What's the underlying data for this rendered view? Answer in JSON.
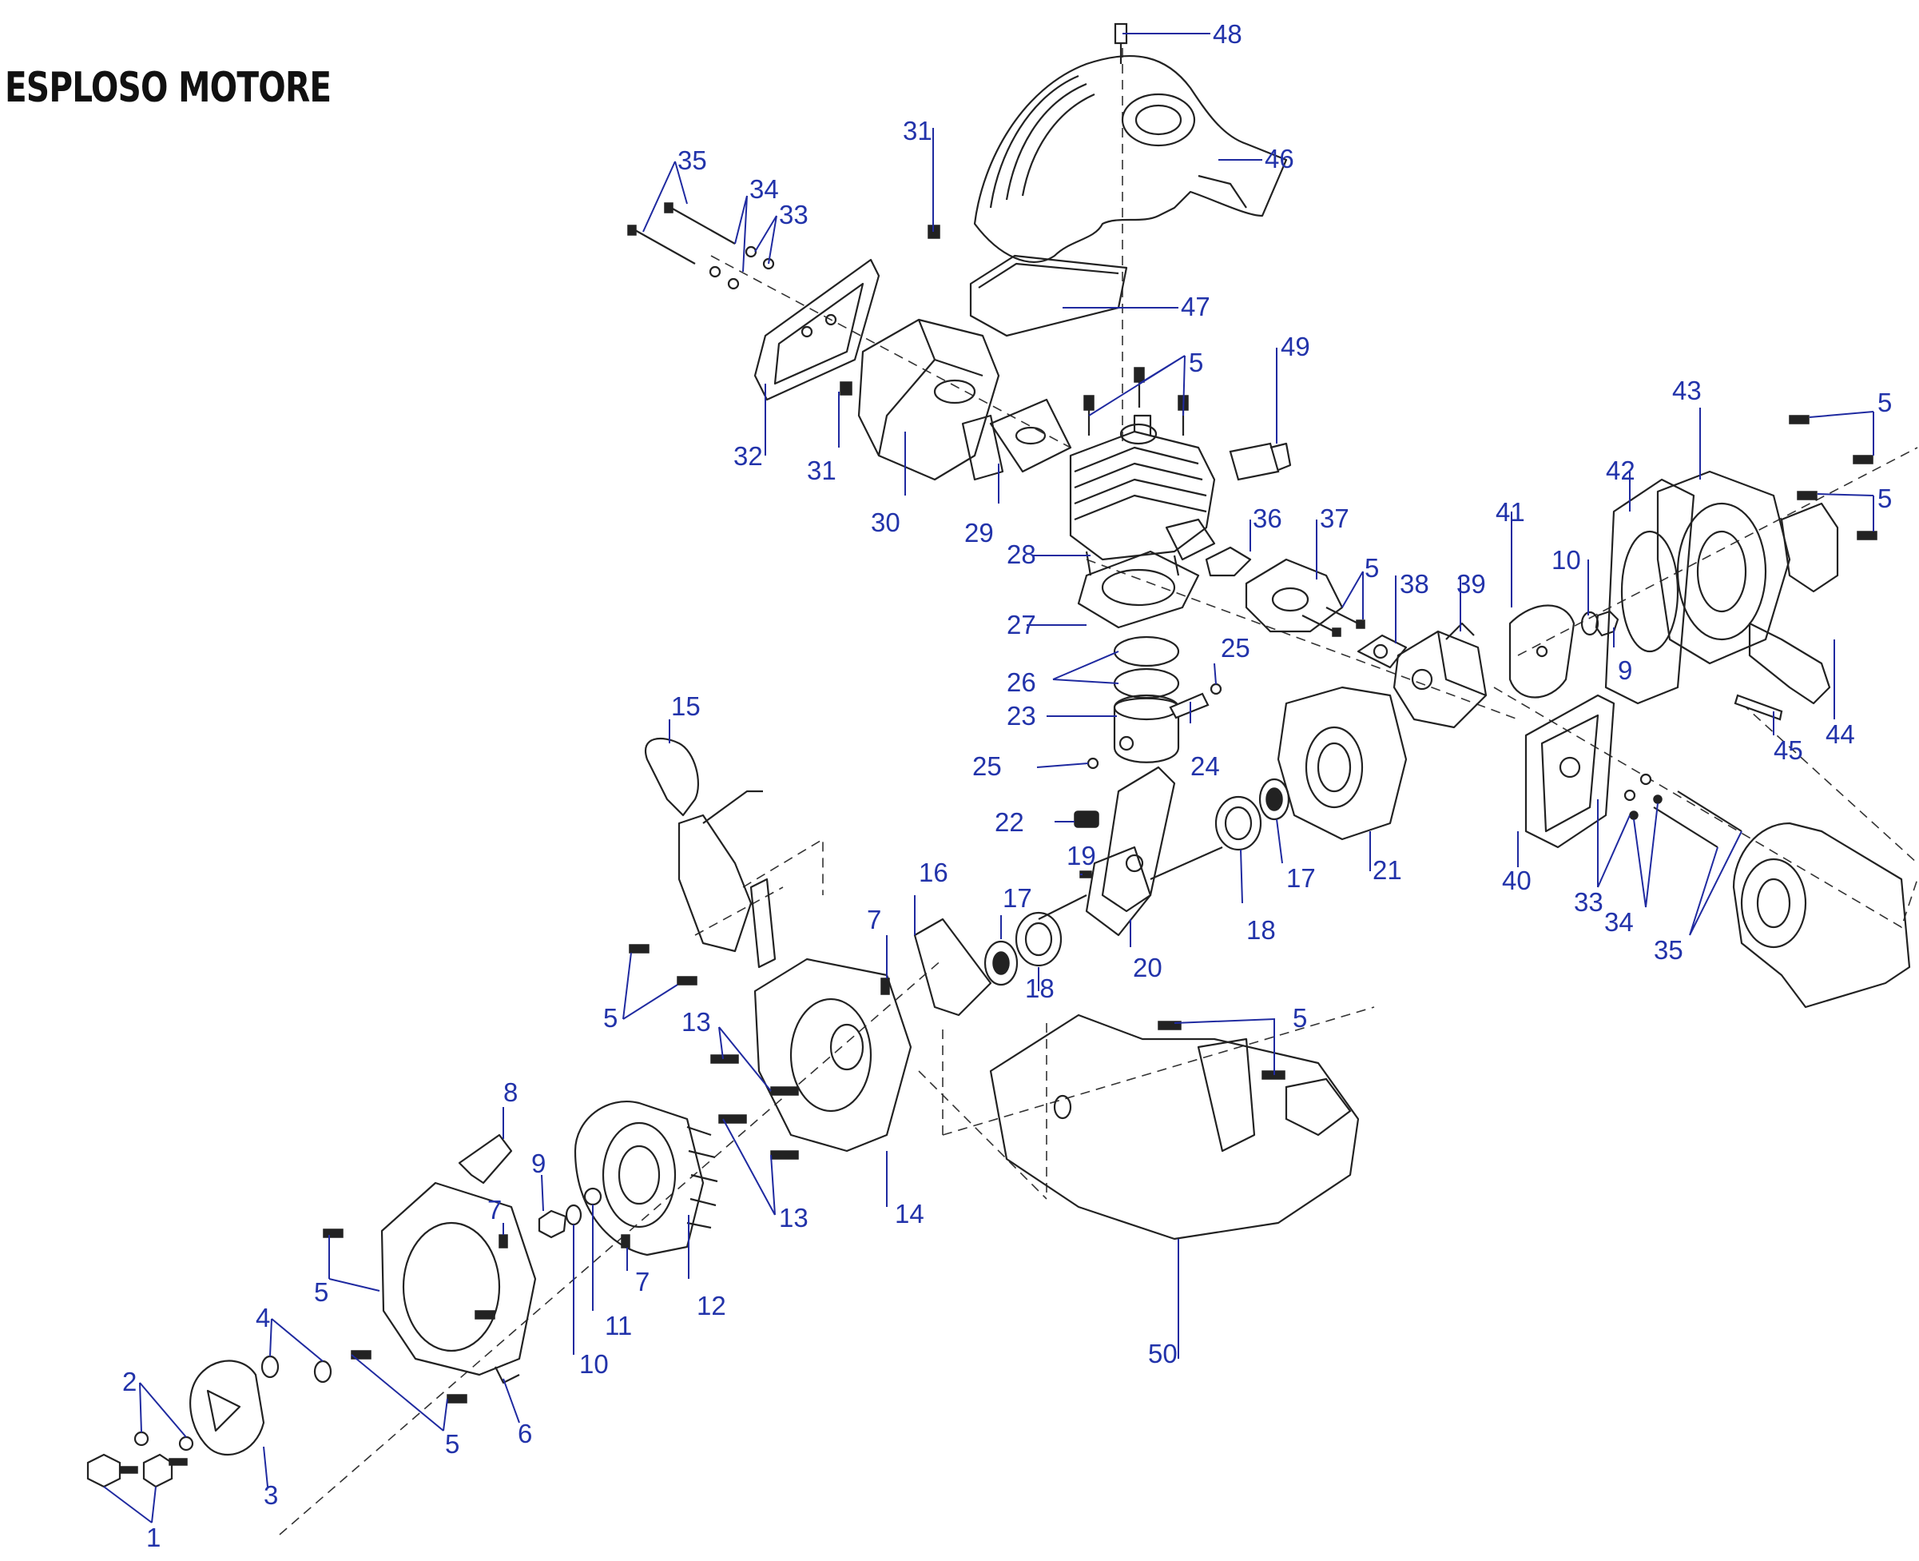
{
  "title": "ESPLOSO MOTORE",
  "colors": {
    "callout": "#2233aa",
    "line_art": "#222222",
    "background": "#ffffff"
  },
  "callouts": [
    {
      "id": "c48",
      "text": "48"
    },
    {
      "id": "c46",
      "text": "46"
    },
    {
      "id": "c47",
      "text": "47"
    },
    {
      "id": "c31a",
      "text": "31"
    },
    {
      "id": "c31b",
      "text": "31"
    },
    {
      "id": "c35a",
      "text": "35"
    },
    {
      "id": "c34a",
      "text": "34"
    },
    {
      "id": "c33a",
      "text": "33"
    },
    {
      "id": "c32",
      "text": "32"
    },
    {
      "id": "c30",
      "text": "30"
    },
    {
      "id": "c29",
      "text": "29"
    },
    {
      "id": "c5a",
      "text": "5"
    },
    {
      "id": "c49",
      "text": "49"
    },
    {
      "id": "c28",
      "text": "28"
    },
    {
      "id": "c27",
      "text": "27"
    },
    {
      "id": "c26",
      "text": "26"
    },
    {
      "id": "c23",
      "text": "23"
    },
    {
      "id": "c25a",
      "text": "25"
    },
    {
      "id": "c25b",
      "text": "25"
    },
    {
      "id": "c24",
      "text": "24"
    },
    {
      "id": "c36",
      "text": "36"
    },
    {
      "id": "c37",
      "text": "37"
    },
    {
      "id": "c5b",
      "text": "5"
    },
    {
      "id": "c38",
      "text": "38"
    },
    {
      "id": "c39",
      "text": "39"
    },
    {
      "id": "c41",
      "text": "41"
    },
    {
      "id": "c10a",
      "text": "10"
    },
    {
      "id": "c9a",
      "text": "9"
    },
    {
      "id": "c42",
      "text": "42"
    },
    {
      "id": "c43",
      "text": "43"
    },
    {
      "id": "c5c",
      "text": "5"
    },
    {
      "id": "c5d",
      "text": "5"
    },
    {
      "id": "c44",
      "text": "44"
    },
    {
      "id": "c45",
      "text": "45"
    },
    {
      "id": "c40",
      "text": "40"
    },
    {
      "id": "c33b",
      "text": "33"
    },
    {
      "id": "c34b",
      "text": "34"
    },
    {
      "id": "c35b",
      "text": "35"
    },
    {
      "id": "c21",
      "text": "21"
    },
    {
      "id": "c17a",
      "text": "17"
    },
    {
      "id": "c18a",
      "text": "18"
    },
    {
      "id": "c22",
      "text": "22"
    },
    {
      "id": "c19",
      "text": "19"
    },
    {
      "id": "c20",
      "text": "20"
    },
    {
      "id": "c17b",
      "text": "17"
    },
    {
      "id": "c18b",
      "text": "18"
    },
    {
      "id": "c16",
      "text": "16"
    },
    {
      "id": "c7a",
      "text": "7"
    },
    {
      "id": "c15",
      "text": "15"
    },
    {
      "id": "c5e",
      "text": "5"
    },
    {
      "id": "c13a",
      "text": "13"
    },
    {
      "id": "c13b",
      "text": "13"
    },
    {
      "id": "c14",
      "text": "14"
    },
    {
      "id": "c5f",
      "text": "5"
    },
    {
      "id": "c50",
      "text": "50"
    },
    {
      "id": "c8",
      "text": "8"
    },
    {
      "id": "c9b",
      "text": "9"
    },
    {
      "id": "c7b",
      "text": "7"
    },
    {
      "id": "c7c",
      "text": "7"
    },
    {
      "id": "c11",
      "text": "11"
    },
    {
      "id": "c10b",
      "text": "10"
    },
    {
      "id": "c12",
      "text": "12"
    },
    {
      "id": "c5g",
      "text": "5"
    },
    {
      "id": "c4",
      "text": "4"
    },
    {
      "id": "c6",
      "text": "6"
    },
    {
      "id": "c5h",
      "text": "5"
    },
    {
      "id": "c2",
      "text": "2"
    },
    {
      "id": "c3",
      "text": "3"
    },
    {
      "id": "c1",
      "text": "1"
    }
  ]
}
